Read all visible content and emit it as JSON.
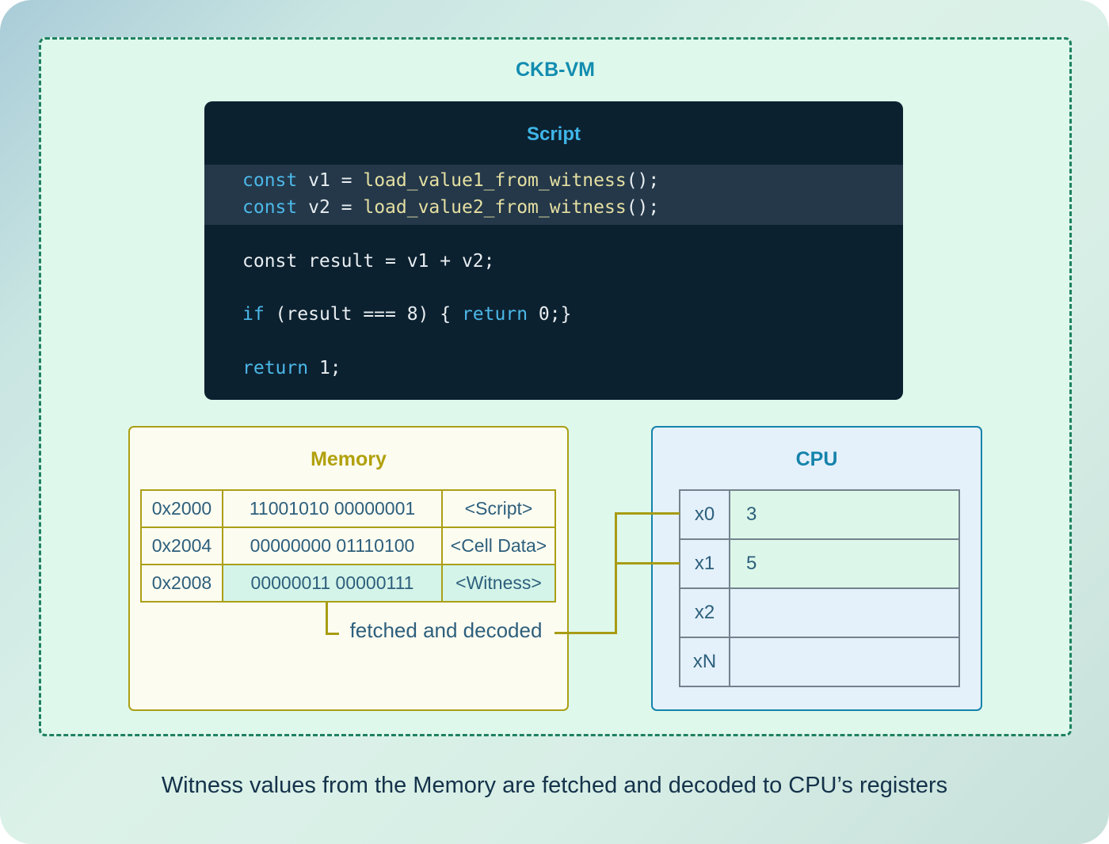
{
  "diagram_title": "CKB-VM",
  "script": {
    "title": "Script",
    "lines": [
      {
        "highlight": true,
        "tokens": [
          [
            "kw",
            "const"
          ],
          [
            "plain",
            " v1 = "
          ],
          [
            "fn",
            "load_value1_from_witness"
          ],
          [
            "plain",
            "();"
          ]
        ]
      },
      {
        "highlight": true,
        "tokens": [
          [
            "kw",
            "const"
          ],
          [
            "plain",
            " v2 = "
          ],
          [
            "fn",
            "load_value2_from_witness"
          ],
          [
            "plain",
            "();"
          ]
        ]
      },
      {
        "highlight": false,
        "tokens": [
          [
            "plain",
            "const result = v1 + v2;"
          ]
        ]
      },
      {
        "highlight": false,
        "tokens": [
          [
            "kw",
            "if"
          ],
          [
            "plain",
            " (result === 8) { "
          ],
          [
            "kw",
            "return"
          ],
          [
            "plain",
            " 0;}"
          ]
        ]
      },
      {
        "highlight": false,
        "tokens": [
          [
            "kw",
            "return"
          ],
          [
            "plain",
            " 1;"
          ]
        ]
      }
    ]
  },
  "memory": {
    "title": "Memory",
    "rows": [
      {
        "address": "0x2000",
        "value": "11001010 00000001",
        "label": "<Script>",
        "highlight": false
      },
      {
        "address": "0x2004",
        "value": "00000000 01110100",
        "label": "<Cell Data>",
        "highlight": false
      },
      {
        "address": "0x2008",
        "value": "00000011 00000111",
        "label": "<Witness>",
        "highlight": true
      }
    ]
  },
  "cpu": {
    "title": "CPU",
    "rows": [
      {
        "register": "x0",
        "value": "3",
        "highlight": true
      },
      {
        "register": "x1",
        "value": "5",
        "highlight": true
      },
      {
        "register": "x2",
        "value": "",
        "highlight": false
      },
      {
        "register": "xN",
        "value": "",
        "highlight": false
      }
    ]
  },
  "annotation": "fetched and decoded",
  "caption": "Witness values from the Memory are fetched and decoded to CPU’s registers",
  "colors": {
    "dashed_border": "#1f8161",
    "inner_background": "#dff8ec",
    "title_teal": "#128cb0",
    "script_background": "#0c2130",
    "script_highlight_band": "#24384a",
    "code_keyword": "#4cb8e8",
    "code_function": "#e5dfa1",
    "code_plain": "#e8edf0",
    "memory_accent": "#b1a10c",
    "memory_background": "#fdfcf1",
    "witness_highlight": "#d4f4e9",
    "cpu_accent": "#1583ab",
    "cpu_background": "#e4f1fb",
    "register_highlight": "#dcf7e9",
    "connector": "#a89c14",
    "table_text": "#2d5f7c",
    "caption_text": "#14324a"
  }
}
